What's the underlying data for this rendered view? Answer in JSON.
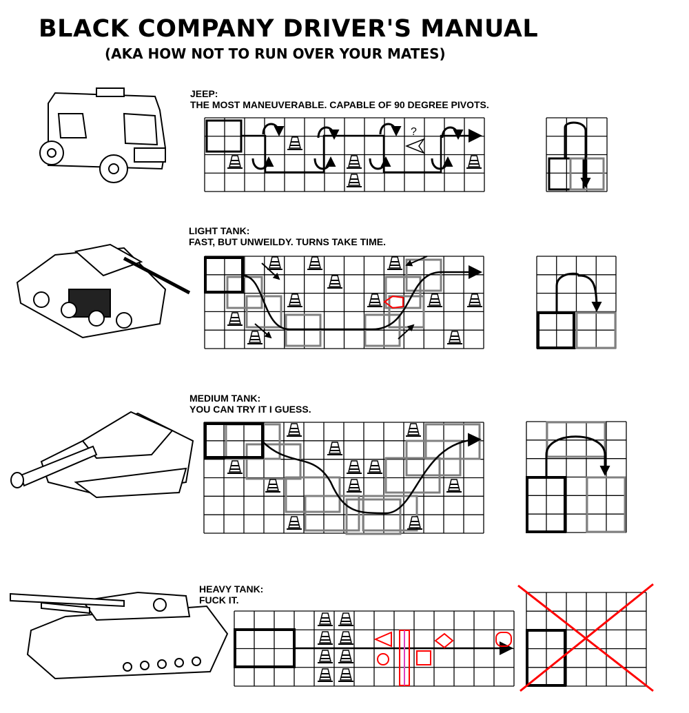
{
  "title": "BLACK COMPANY DRIVER'S MANUAL",
  "subtitle": "(AKA HOW NOT TO RUN OVER YOUR MATES)",
  "sections": [
    {
      "name": "JEEP:",
      "desc": "THE MOST MANEUVERABLE. CAPABLE OF 90 DEGREE PIVOTS.",
      "marker": "?"
    },
    {
      "name": "LIGHT TANK:",
      "desc": "FAST, BUT UNWEILDY. TURNS TAKE TIME."
    },
    {
      "name": "MEDIUM TANK:",
      "desc": "YOU CAN TRY IT I GUESS."
    },
    {
      "name": "HEAVY TANK:",
      "desc": "FUCK IT."
    }
  ],
  "colors": {
    "ink": "#000000",
    "ghost": "#808080",
    "warning": "#ff0000"
  }
}
